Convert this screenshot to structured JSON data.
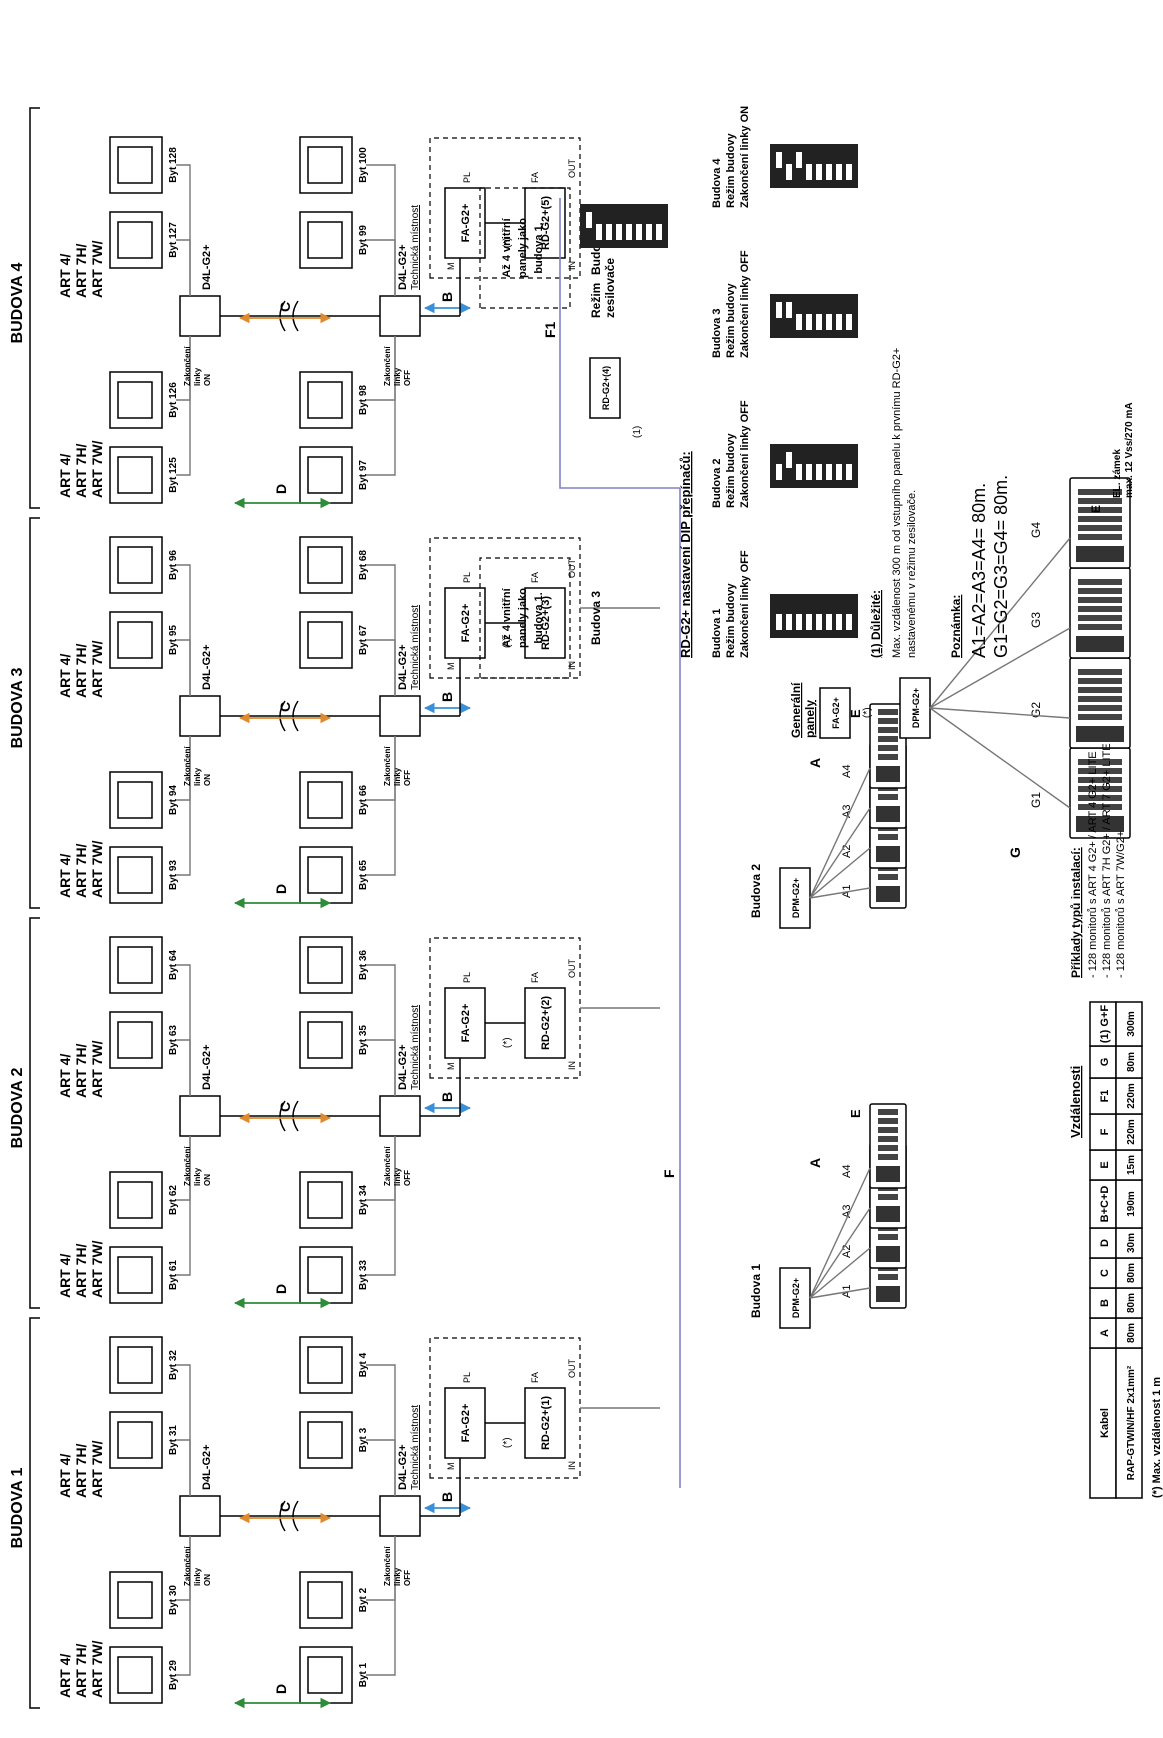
{
  "buildings": [
    {
      "title": "BUDOVA 1",
      "monitor_label": "ART 4/\nART 7H/\nART 7W/",
      "apts_top": [
        "Byt 29",
        "Byt 30",
        "Byt 31",
        "Byt 32"
      ],
      "apts_bottom": [
        "Byt 1",
        "Byt 2",
        "Byt 3",
        "Byt 4"
      ],
      "rd": "RD-G2+(1)"
    },
    {
      "title": "BUDOVA 2",
      "monitor_label": "ART 4/\nART 7H/\nART 7W/",
      "apts_top": [
        "Byt 61",
        "Byt 62",
        "Byt 63",
        "Byt 64"
      ],
      "apts_bottom": [
        "Byt 33",
        "Byt 34",
        "Byt 35",
        "Byt 36"
      ],
      "rd": "RD-G2+(2)"
    },
    {
      "title": "BUDOVA 3",
      "monitor_label": "ART 4/\nART 7H/\nART 7W/",
      "apts_top": [
        "Byt 93",
        "Byt 94",
        "Byt 95",
        "Byt 96"
      ],
      "apts_bottom": [
        "Byt 65",
        "Byt 66",
        "Byt 67",
        "Byt 68"
      ],
      "rd": "RD-G2+(3)"
    },
    {
      "title": "BUDOVA 4",
      "monitor_label": "ART 4/\nART 7H/\nART 7W/",
      "apts_top": [
        "Byt 125",
        "Byt 126",
        "Byt 127",
        "Byt 128"
      ],
      "apts_bottom": [
        "Byt 97",
        "Byt 98",
        "Byt 99",
        "Byt 100"
      ],
      "rd": "RD-G2+(5)"
    }
  ],
  "labels": {
    "d4l": "D4L-G2+",
    "tech_room": "Technická místnost",
    "term_on": [
      "Zakončení",
      "linky",
      "ON"
    ],
    "term_off": [
      "Zakončení",
      "linky",
      "OFF"
    ],
    "fa": "FA-G2+",
    "dpm": "DPM-G2+",
    "budova1": "Budova 1",
    "budova2": "Budova 2",
    "budova3": "Budova 3",
    "budova4": "Budova 4",
    "rd4": "RD-G2+(4)",
    "mode_amp": [
      "Režim",
      "zesilovače"
    ],
    "up_to_4": [
      "Až 4 vnitřní",
      "panely jako",
      "budova 1."
    ],
    "general_panels": [
      "Generální",
      "panely"
    ],
    "el_lock": [
      "EL. zámek",
      "max. 12 Vss/270 mA"
    ],
    "star": "(*)",
    "m": "M",
    "pl": "PL",
    "fa_port": "FA",
    "in": "IN",
    "out": "OUT",
    "one": "(1)",
    "a1": "A1",
    "a2": "A2",
    "a3": "A3",
    "a4": "A4",
    "g1": "G1",
    "g2": "G2",
    "g3": "G3",
    "g4": "G4"
  },
  "segments": {
    "A": "A",
    "B": "B",
    "C": "C",
    "D": "D",
    "E": "E",
    "F": "F",
    "F1": "F1",
    "G": "G"
  },
  "colors": {
    "A": "#c0262d",
    "B": "#3b8fd6",
    "C": "#e08a2e",
    "D": "#2e8b3a",
    "F": "#7a7ac8",
    "G": "#c0262d",
    "gray": "#777777"
  },
  "dip": {
    "title": "RD-G2+ nastavení DIP přepínačů:",
    "items": [
      {
        "lines": [
          "Budova 1",
          "Režim budovy",
          "Zakončení linky OFF"
        ],
        "on": []
      },
      {
        "lines": [
          "Budova 2",
          "Režim budovy",
          "Zakončení linky OFF"
        ],
        "on": [
          1
        ]
      },
      {
        "lines": [
          "Budova 3",
          "Režim budovy",
          "Zakončení linky OFF"
        ],
        "on": [
          0,
          1
        ]
      },
      {
        "lines": [
          "Budova 4",
          "Režim budovy",
          "Zakončení linky ON"
        ],
        "on": [
          0,
          2
        ]
      }
    ]
  },
  "important": {
    "label": "(1) Důležité:",
    "lines": [
      "Max. vzdálenost 300 m od vstupního panelu k prvnímu RD-G2+",
      "nastavenému v režimu zesilovače."
    ]
  },
  "note": {
    "label": "Poznámka:",
    "lines": [
      "A1=A2=A3=A4= 80m.",
      "G1=G2=G3=G4= 80m."
    ]
  },
  "distances": {
    "title": "Vzdálenosti",
    "headers": [
      "Kabel",
      "A",
      "B",
      "C",
      "D",
      "B+C+D",
      "E",
      "F",
      "F1",
      "G",
      "(1) G+F"
    ],
    "row": [
      "RAP-GTWIN/HF 2x1mm²",
      "80m",
      "80m",
      "80m",
      "30m",
      "190m",
      "15m",
      "220m",
      "220m",
      "80m",
      "300m"
    ],
    "footnote": "(*) Max. vzdálenost 1 m"
  },
  "examples": {
    "title": "Příklady typů instalací:",
    "lines": [
      "- 128 monitorů s ART 4 G2+ / ART 4 G2+ LITE",
      "- 128 monitorů s ART 7H G2+ / ART 7 G2+ LITE",
      "- 128 monitorů s ART 7W/G2+"
    ]
  }
}
